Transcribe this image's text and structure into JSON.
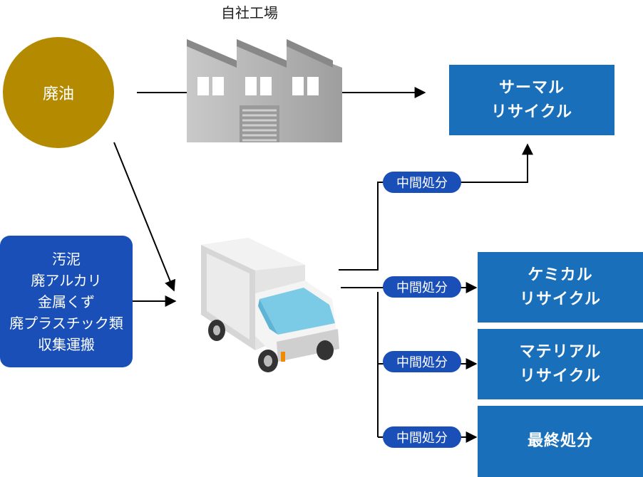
{
  "factory_label": "自社工場",
  "source_oil": "廃油",
  "source_box_lines": [
    "汚泥",
    "廃アルカリ",
    "金属くず",
    "廃プラスチック類",
    "収集運搬"
  ],
  "process_label": "中間処分",
  "destinations": {
    "thermal": [
      "サーマル",
      "リサイクル"
    ],
    "chemical": [
      "ケミカル",
      "リサイクル"
    ],
    "material": [
      "マテリアル",
      "リサイクル"
    ],
    "final": [
      "最終処分"
    ]
  },
  "colors": {
    "oil_circle": "#b38a00",
    "source_box": "#1a4fb8",
    "destination_box": "#1a6fbb",
    "pill": "#1a4fb8"
  }
}
